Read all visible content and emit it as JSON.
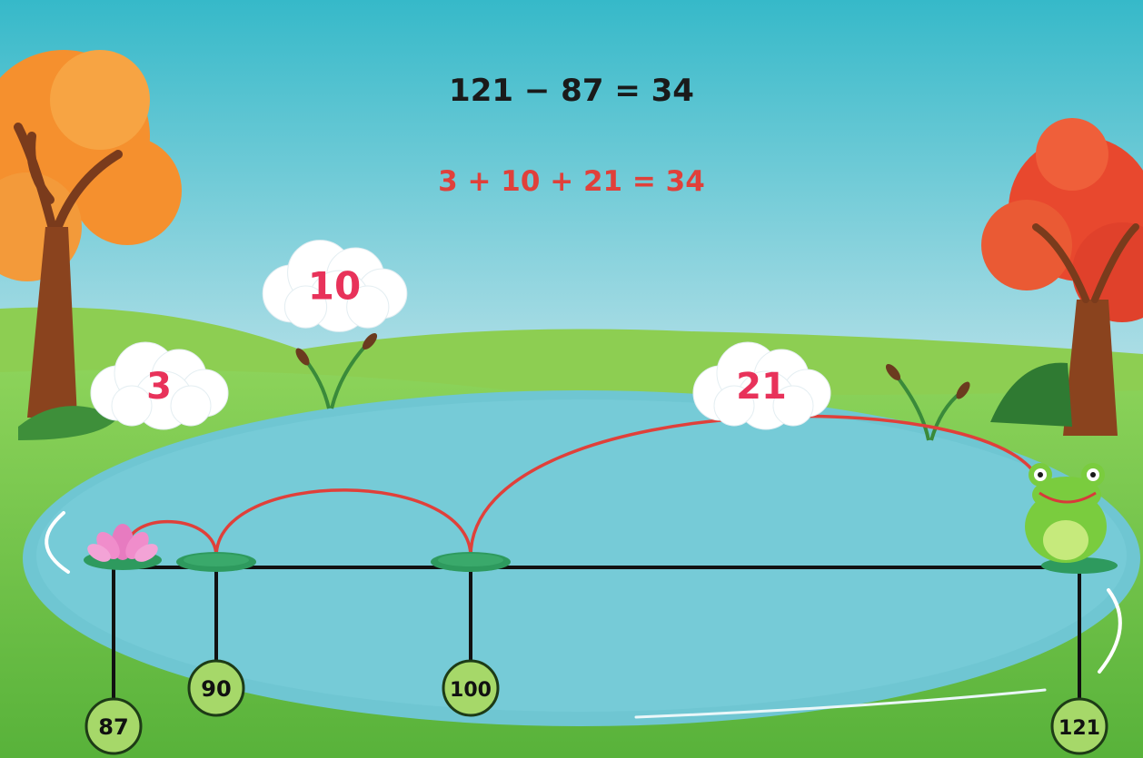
{
  "equation_main": "121 − 87 =  34",
  "equation_steps": "3 + 10 + 21 = 34",
  "colors": {
    "sky_top": "#36b9c9",
    "sky_bottom": "#d8eef3",
    "grass": "#6cc24a",
    "pond": "#71c9d6",
    "jump_arc": "#e0403a",
    "jump_label": "#e8325a",
    "number_circle": "#a6d869",
    "lily_pad": "#2e9a5e"
  },
  "number_line": {
    "start": 87,
    "end": 121,
    "points": [
      {
        "value": 87,
        "label": "87",
        "marker": "lotus-flower"
      },
      {
        "value": 90,
        "label": "90",
        "marker": "lily-pad"
      },
      {
        "value": 100,
        "label": "100",
        "marker": "lily-pad"
      },
      {
        "value": 121,
        "label": "121",
        "marker": "frog"
      }
    ],
    "jumps": [
      {
        "from": 87,
        "to": 90,
        "size": "3"
      },
      {
        "from": 90,
        "to": 100,
        "size": "10"
      },
      {
        "from": 100,
        "to": 121,
        "size": "21"
      }
    ]
  }
}
